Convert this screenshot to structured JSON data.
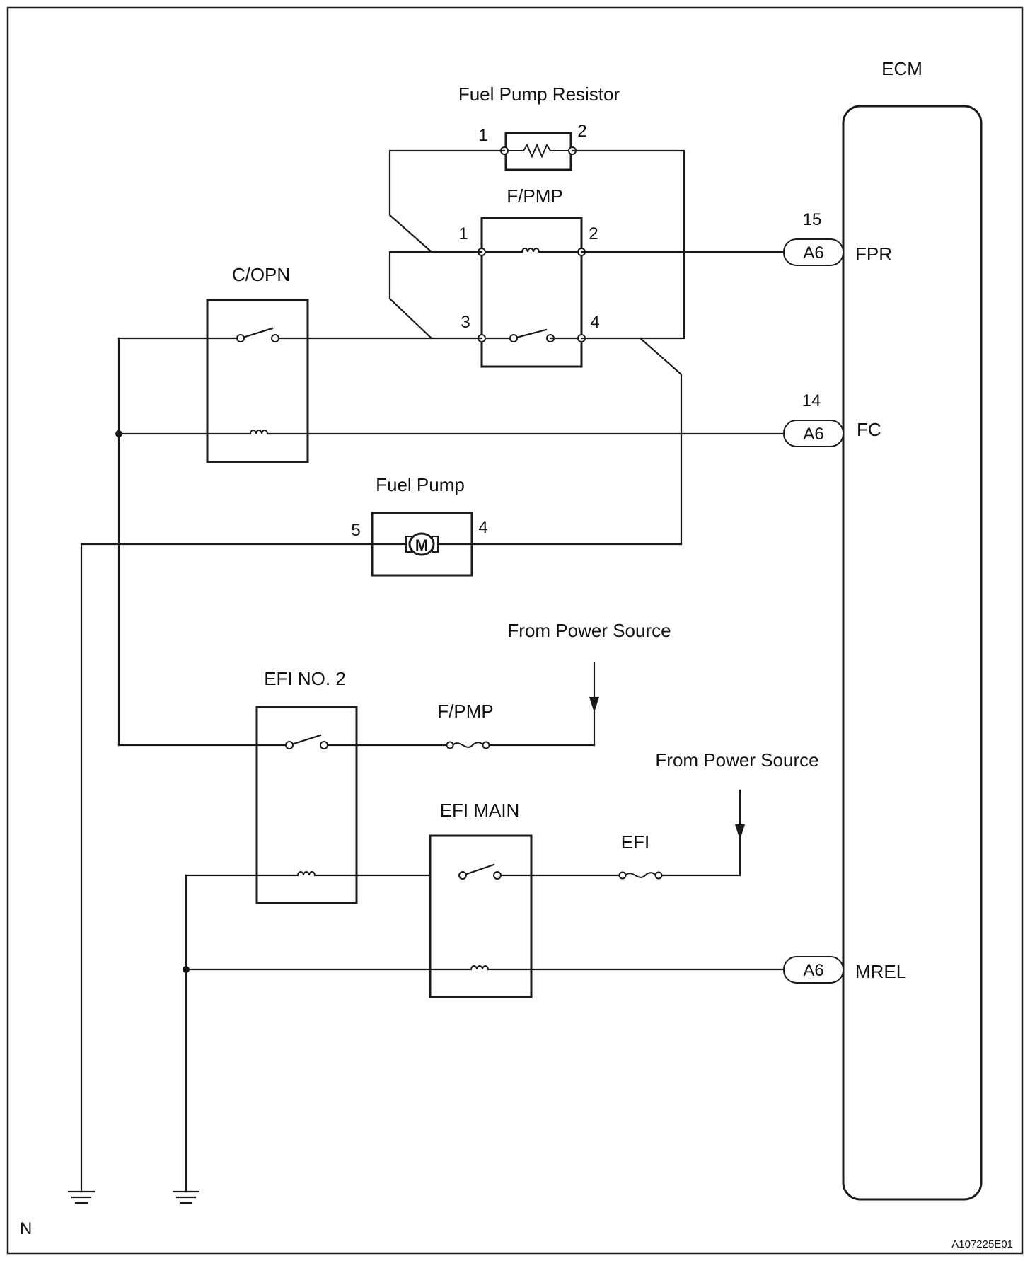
{
  "labels": {
    "ecm": "ECM",
    "fuel_pump_resistor": "Fuel Pump Resistor",
    "fpmp_relay": "F/PMP",
    "copn_relay": "C/OPN",
    "fuel_pump": "Fuel Pump",
    "motor_symbol": "M",
    "from_power_source_1": "From Power Source",
    "from_power_source_2": "From Power Source",
    "efi_no2_relay": "EFI NO. 2",
    "fpmp_fuse": "F/PMP",
    "efi_main_relay": "EFI MAIN",
    "efi_fuse": "EFI",
    "corner_left": "N",
    "figure_id": "A107225E01"
  },
  "pins": {
    "resistor_1": "1",
    "resistor_2": "2",
    "fpmp_1": "1",
    "fpmp_2": "2",
    "fpmp_3": "3",
    "fpmp_4": "4",
    "pump_5": "5",
    "pump_4": "4"
  },
  "ecm_terminals": [
    {
      "pin": "15",
      "connector": "A6",
      "signal": "FPR"
    },
    {
      "pin": "14",
      "connector": "A6",
      "signal": "FC"
    },
    {
      "pin": "",
      "connector": "A6",
      "signal": "MREL"
    }
  ]
}
